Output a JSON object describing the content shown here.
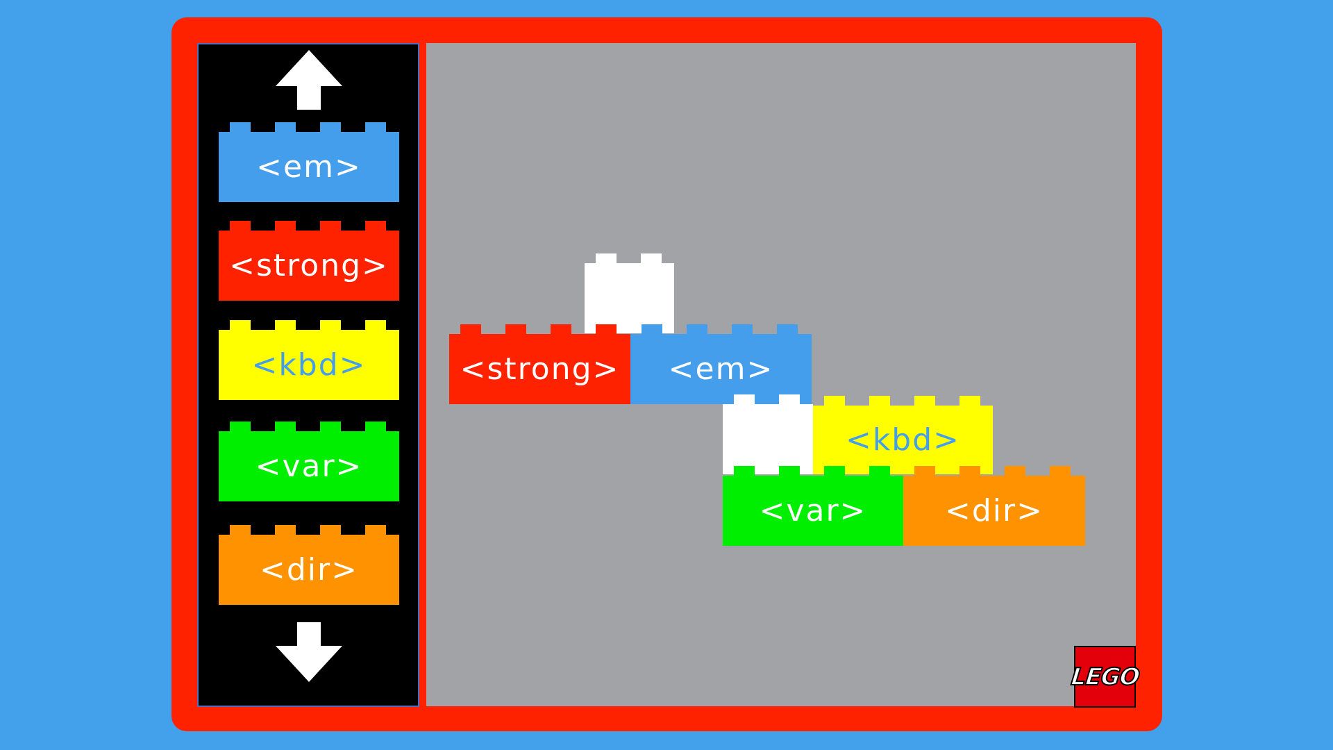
{
  "palette": {
    "scroll_up_icon": "arrow-up-icon",
    "scroll_down_icon": "arrow-down-icon",
    "bricks": [
      {
        "label": "<em>",
        "color": "#449eeb",
        "text_color": "#ffffff"
      },
      {
        "label": "<strong>",
        "color": "#ff2200",
        "text_color": "#ffffff"
      },
      {
        "label": "<kbd>",
        "color": "#ffff00",
        "text_color": "#449eeb"
      },
      {
        "label": "<var>",
        "color": "#00ee00",
        "text_color": "#ffffff"
      },
      {
        "label": "<dir>",
        "color": "#ff9200",
        "text_color": "#ffffff"
      }
    ]
  },
  "canvas": {
    "bricks": [
      {
        "label": "",
        "color": "#ffffff",
        "text_color": "#ffffff"
      },
      {
        "label": "<strong>",
        "color": "#ff2200",
        "text_color": "#ffffff"
      },
      {
        "label": "<em>",
        "color": "#449eeb",
        "text_color": "#ffffff"
      },
      {
        "label": "",
        "color": "#ffffff",
        "text_color": "#ffffff"
      },
      {
        "label": "<kbd>",
        "color": "#ffff00",
        "text_color": "#449eeb"
      },
      {
        "label": "<var>",
        "color": "#00ee00",
        "text_color": "#ffffff"
      },
      {
        "label": "<dir>",
        "color": "#ff9200",
        "text_color": "#ffffff"
      }
    ]
  },
  "logo": {
    "text": "LEGO"
  }
}
